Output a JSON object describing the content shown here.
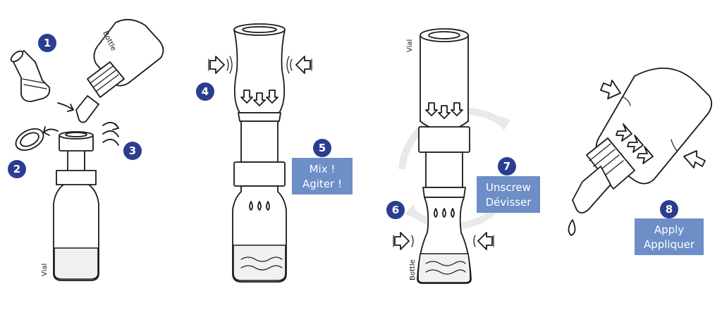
{
  "colors": {
    "badge": "#2b3d8f",
    "label_box": "#6d8ec6",
    "line": "#1a1a1a",
    "background": "#ffffff",
    "cycle_arrows": "#e9e9e9"
  },
  "labels": {
    "bottle": "Bottle",
    "vial": "Vial"
  },
  "steps": [
    {
      "number": "1"
    },
    {
      "number": "2"
    },
    {
      "number": "3"
    },
    {
      "number": "4"
    },
    {
      "number": "5",
      "text_line1": "Mix !",
      "text_line2": "Agiter !"
    },
    {
      "number": "6"
    },
    {
      "number": "7",
      "text_line1": "Unscrew",
      "text_line2": "Dévisser"
    },
    {
      "number": "8",
      "text_line1": "Apply",
      "text_line2": "Appliquer"
    }
  ]
}
